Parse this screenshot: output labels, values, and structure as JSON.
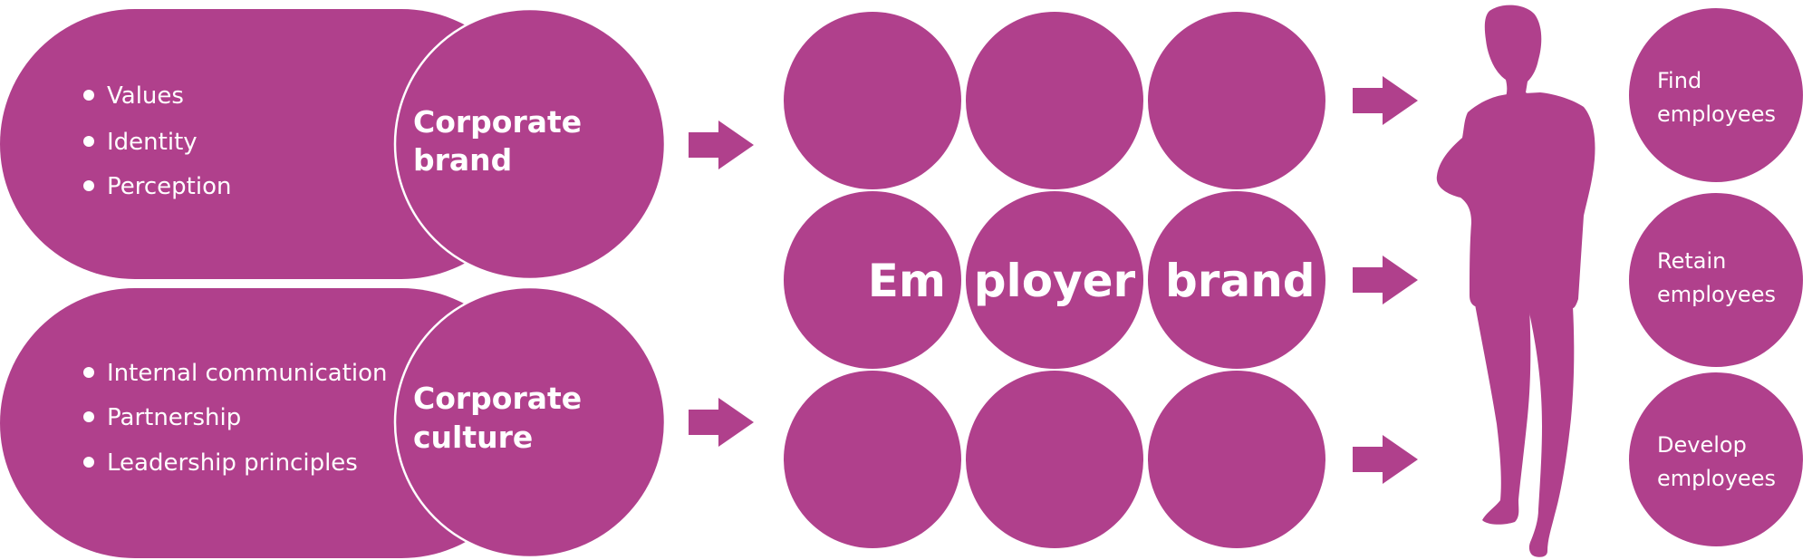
{
  "colors": {
    "primary": "#b0408c",
    "on_primary": "#ffffff"
  },
  "inputs": {
    "corporate_brand": {
      "label_line1": "Corporate",
      "label_line2": "brand",
      "bullets": [
        "Values",
        "Identity",
        "Perception"
      ]
    },
    "corporate_culture": {
      "label_line1": "Corporate",
      "label_line2": "culture",
      "bullets": [
        "Internal communication",
        "Partnership",
        "Leadership principles"
      ]
    }
  },
  "employer_brand": {
    "words": [
      "Em",
      "ployer",
      "brand"
    ]
  },
  "outcomes": [
    {
      "line1": "Find",
      "line2": "employees"
    },
    {
      "line1": "Retain",
      "line2": "employees"
    },
    {
      "line1": "Develop",
      "line2": "employees"
    }
  ],
  "icons": {
    "arrow": "arrow-right-icon",
    "person": "person-silhouette-icon"
  }
}
